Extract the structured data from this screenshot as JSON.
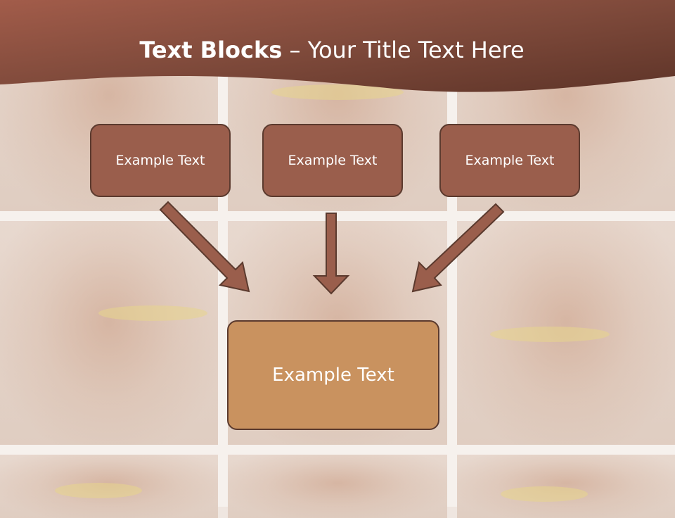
{
  "slide": {
    "title_bold": "Text Blocks",
    "title_dash": " – ",
    "title_rest": "Your Title Text Here",
    "boxes": [
      {
        "text": "Example Text"
      },
      {
        "text": "Example Text"
      },
      {
        "text": "Example Text"
      }
    ],
    "target_box": {
      "text": "Example Text"
    }
  },
  "colors": {
    "header": "#8a4f3f",
    "box_fill": "#9a5e4c",
    "box_border": "#5b3a2e",
    "target_fill": "#c9925f",
    "arrow_fill": "#9a5e4c"
  }
}
